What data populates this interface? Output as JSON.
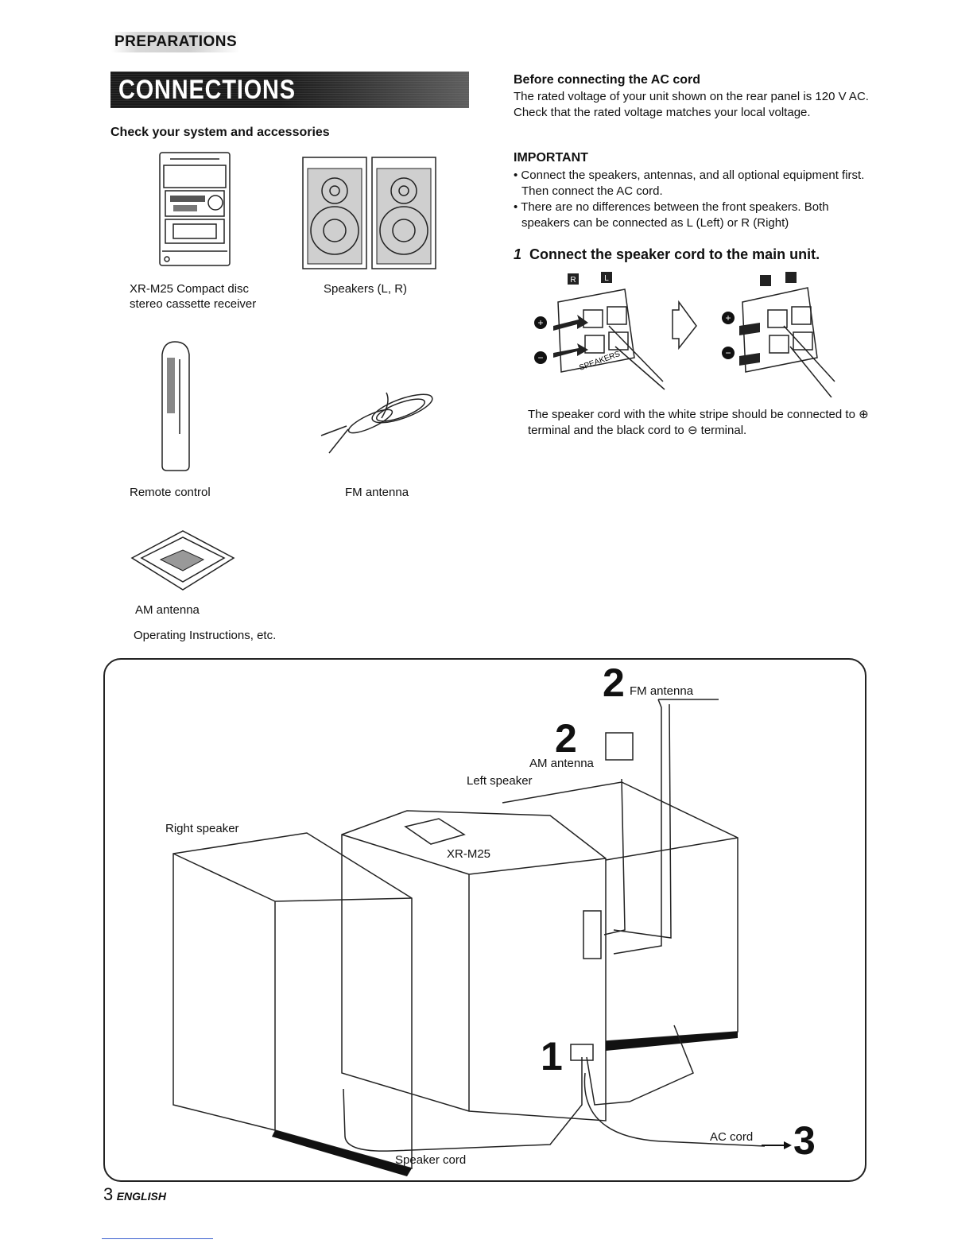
{
  "header": {
    "section": "PREPARATIONS",
    "title": "CONNECTIONS"
  },
  "accessories": {
    "heading": "Check your system and accessories",
    "items": [
      {
        "label": "XR-M25 Compact disc\nstereo cassette receiver"
      },
      {
        "label": "Speakers (L, R)"
      },
      {
        "label": "Remote control"
      },
      {
        "label": "FM antenna"
      },
      {
        "label": "AM antenna"
      },
      {
        "label": "Operating Instructions,  etc."
      }
    ]
  },
  "ac_cord": {
    "heading": "Before connecting the AC cord",
    "text": "The rated voltage of your unit shown on the rear panel is 120 V AC. Check that the rated voltage matches your local voltage."
  },
  "important": {
    "heading": "IMPORTANT",
    "bullets": [
      "Connect the speakers, antennas, and all optional equipment first. Then connect the AC cord.",
      "There are no differences between the front speakers. Both speakers can be connected as L (Left) or R (Right)"
    ]
  },
  "step1": {
    "number": "1",
    "heading": "Connect the speaker cord to the main unit.",
    "note": "The speaker cord with the white stripe should be connected to ⊕ terminal and the black cord to ⊖ terminal.",
    "terminal_labels": [
      "R",
      "L"
    ],
    "speaker_text": "SPEAKERS"
  },
  "diagram": {
    "labels": {
      "fm_num": "2",
      "fm": "FM antenna",
      "am_num": "2",
      "am": "AM antenna",
      "left_speaker": "Left speaker",
      "right_speaker": "Right speaker",
      "unit": "XR-M25",
      "speaker_num": "1",
      "ac_cord": "AC cord",
      "ac_num": "3",
      "speaker_cord": "Speaker cord"
    }
  },
  "footer": {
    "page": "3",
    "language": "ENGLISH"
  }
}
